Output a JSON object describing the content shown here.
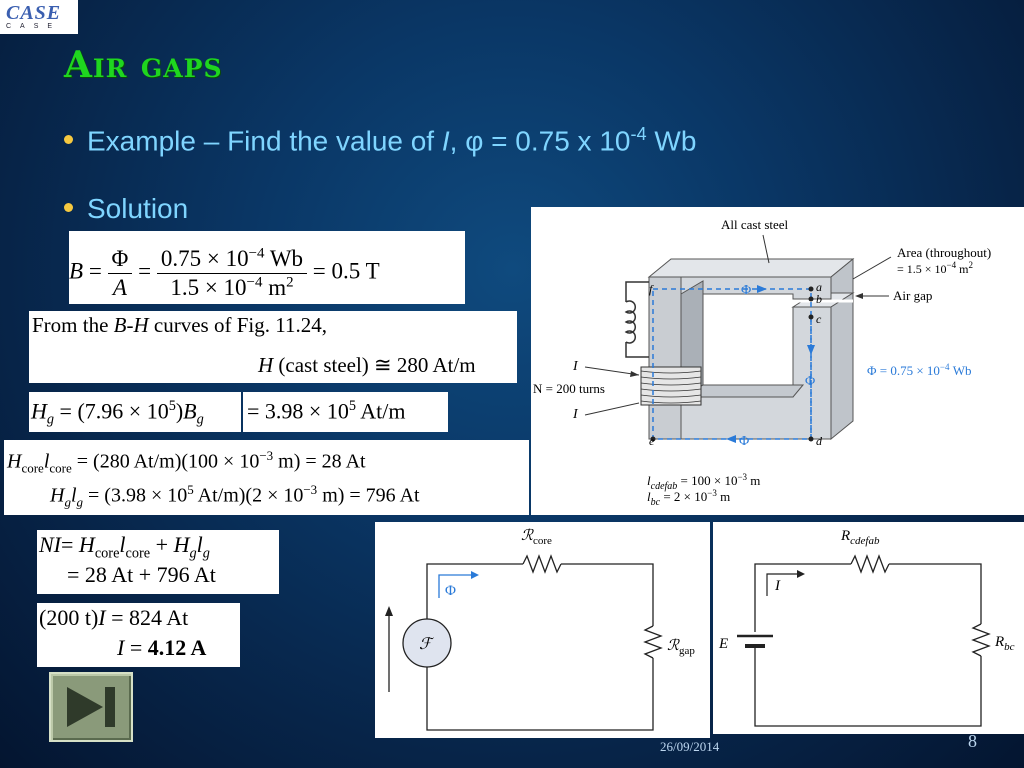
{
  "logo": {
    "text": "CASE",
    "subtitle": "CASE"
  },
  "slide": {
    "title": "Air gaps",
    "bullets": [
      {
        "prefix": "Example – Find the value of ",
        "italic": "I",
        "rest": ", φ = 0.75 x 10",
        "exp": "-4",
        "suffix": " Wb"
      },
      {
        "text": "Solution"
      }
    ]
  },
  "equations": {
    "b": {
      "lhs": "B",
      "num1": "Φ",
      "den1": "A",
      "num2": "0.75 × 10",
      "num2_exp": "−4",
      "num2_unit": " Wb",
      "den2": "1.5 × 10",
      "den2_exp": "−4",
      "den2_unit": " m",
      "den2_unit_exp": "2",
      "result": "= 0.5 T"
    },
    "bh": {
      "line1_a": "From the ",
      "line1_b": "B-H",
      "line1_c": " curves of Fig. 11.24,",
      "line2_h": "H",
      "line2_rest": " (cast steel) ≅ 280 At/m"
    },
    "hg": {
      "lhs": "H",
      "lhs_sub": "g",
      "mid": " = (7.96 × 10",
      "mid_exp": "5",
      "mid2": ")",
      "b": "B",
      "b_sub": "g",
      "res_a": "= 3.98 × 10",
      "res_exp": "5",
      "res_b": " At/m"
    },
    "hl": {
      "l1_a": "H",
      "l1_sub1": "core",
      "l1_l": "l",
      "l1_sub2": "core",
      "l1_rest": " = (280 At/m)(100 × 10",
      "l1_exp": "−3",
      "l1_end": " m) = 28 At",
      "l2_a": "H",
      "l2_sub1": "g",
      "l2_l": "l",
      "l2_sub2": "g",
      "l2_rest": " = (3.98 × 10",
      "l2_exp": "5",
      "l2_mid": " At/m)(2 × 10",
      "l2_exp2": "−3",
      "l2_end": " m) = 796 At"
    },
    "ni": {
      "lhs": "NI",
      "eq": "= ",
      "h1": "H",
      "h1_sub": "core",
      "l1": "l",
      "l1_sub": "core",
      "plus": " + ",
      "h2": "H",
      "h2_sub": "g",
      "l2": "l",
      "l2_sub": "g",
      "line2": "= 28 At + 796 At"
    },
    "final": {
      "l1_a": "(200 t)",
      "l1_i": "I",
      "l1_b": " = 824 At",
      "l2_i": "I",
      "l2_eq": " = ",
      "l2_val": "4.12 A"
    }
  },
  "diagram": {
    "material": "All cast steel",
    "area_label": "Area (throughout)",
    "area_value": "= 1.5 × 10",
    "area_exp": "−4",
    "area_unit": " m",
    "area_unit_exp": "2",
    "air_gap": "Air gap",
    "flux_label": "Φ = 0.75 × 10",
    "flux_exp": "−4",
    "flux_unit": " Wb",
    "phi": "Φ",
    "points": [
      "f",
      "a",
      "b",
      "c",
      "d",
      "e"
    ],
    "current": "I",
    "turns": "N = 200 turns",
    "len1_l": "l",
    "len1_sub": "cdefab",
    "len1_val": " = 100 × 10",
    "len1_exp": "−3",
    "len1_unit": " m",
    "len2_l": "l",
    "len2_sub": "bc",
    "len2_val": " = 2 × 10",
    "len2_exp": "−3",
    "len2_unit": " m"
  },
  "circuit_magnetic": {
    "r_core": "ℛ",
    "r_core_sub": "core",
    "r_gap": "ℛ",
    "r_gap_sub": "gap",
    "flux": "Φ",
    "source": "ℱ"
  },
  "circuit_electric": {
    "r1": "R",
    "r1_sub": "cdefab",
    "r2": "R",
    "r2_sub": "bc",
    "current": "I",
    "source": "E"
  },
  "footer": {
    "date": "26/09/2014",
    "page": "8"
  },
  "colors": {
    "title": "#1fd61f",
    "bullet_text": "#7fd5ff",
    "bullet_dot": "#f6c940",
    "diagram_blue": "#2a7ad8"
  }
}
